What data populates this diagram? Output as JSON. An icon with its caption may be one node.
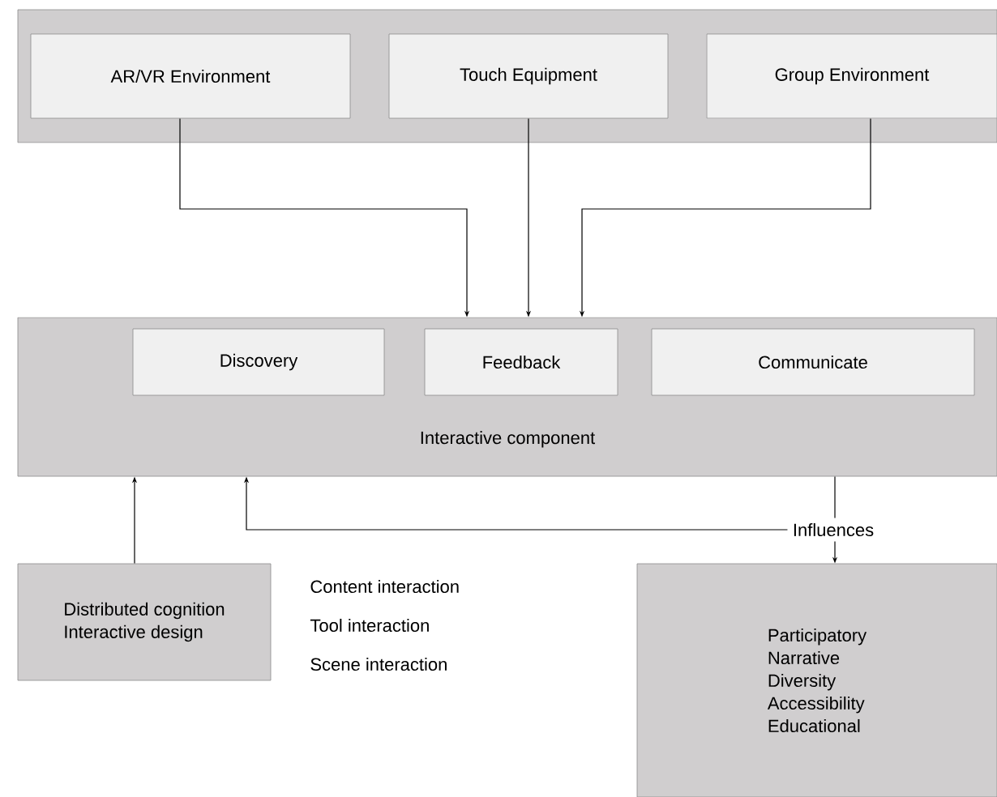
{
  "diagram": {
    "nodes": [
      {
        "text": [],
        "shape": "box"
      },
      {
        "text": [
          "AR/VR Environment"
        ],
        "in": 0
      },
      {
        "text": [
          "Touch Equipment"
        ],
        "in": 0
      },
      {
        "text": [
          "Group Environment"
        ],
        "in": 0
      },
      {
        "text": [
          "Interactive component"
        ]
      },
      {
        "text": [
          "Discovery"
        ],
        "in": 4
      },
      {
        "text": [
          "Feedback"
        ],
        "in": 4
      },
      {
        "text": [
          "Communicate"
        ],
        "in": 4
      },
      {
        "text": [
          "Influences"
        ]
      },
      {
        "text": [
          "Distributed cognition",
          "Interactive design"
        ]
      },
      {
        "text": [
          "Participatory",
          "Narrative",
          "Diversity",
          "Accessibility",
          "Educational"
        ]
      }
    ],
    "edges": [
      {
        "from": 1,
        "to": 4,
        "arrow": "to"
      },
      {
        "from": 2,
        "to": 4,
        "arrow": "to"
      },
      {
        "from": 3,
        "to": 4,
        "arrow": "to"
      },
      {
        "from": 9,
        "to": 4,
        "arrow": "to"
      },
      {
        "from": 8,
        "to": 4,
        "arrow": "to"
      },
      {
        "from": 4,
        "to": 8,
        "arrow": "none"
      },
      {
        "from": 8,
        "to": 10,
        "arrow": "to"
      }
    ],
    "labels": [
      "Content interaction",
      "Tool interaction",
      "Scene interaction"
    ]
  }
}
